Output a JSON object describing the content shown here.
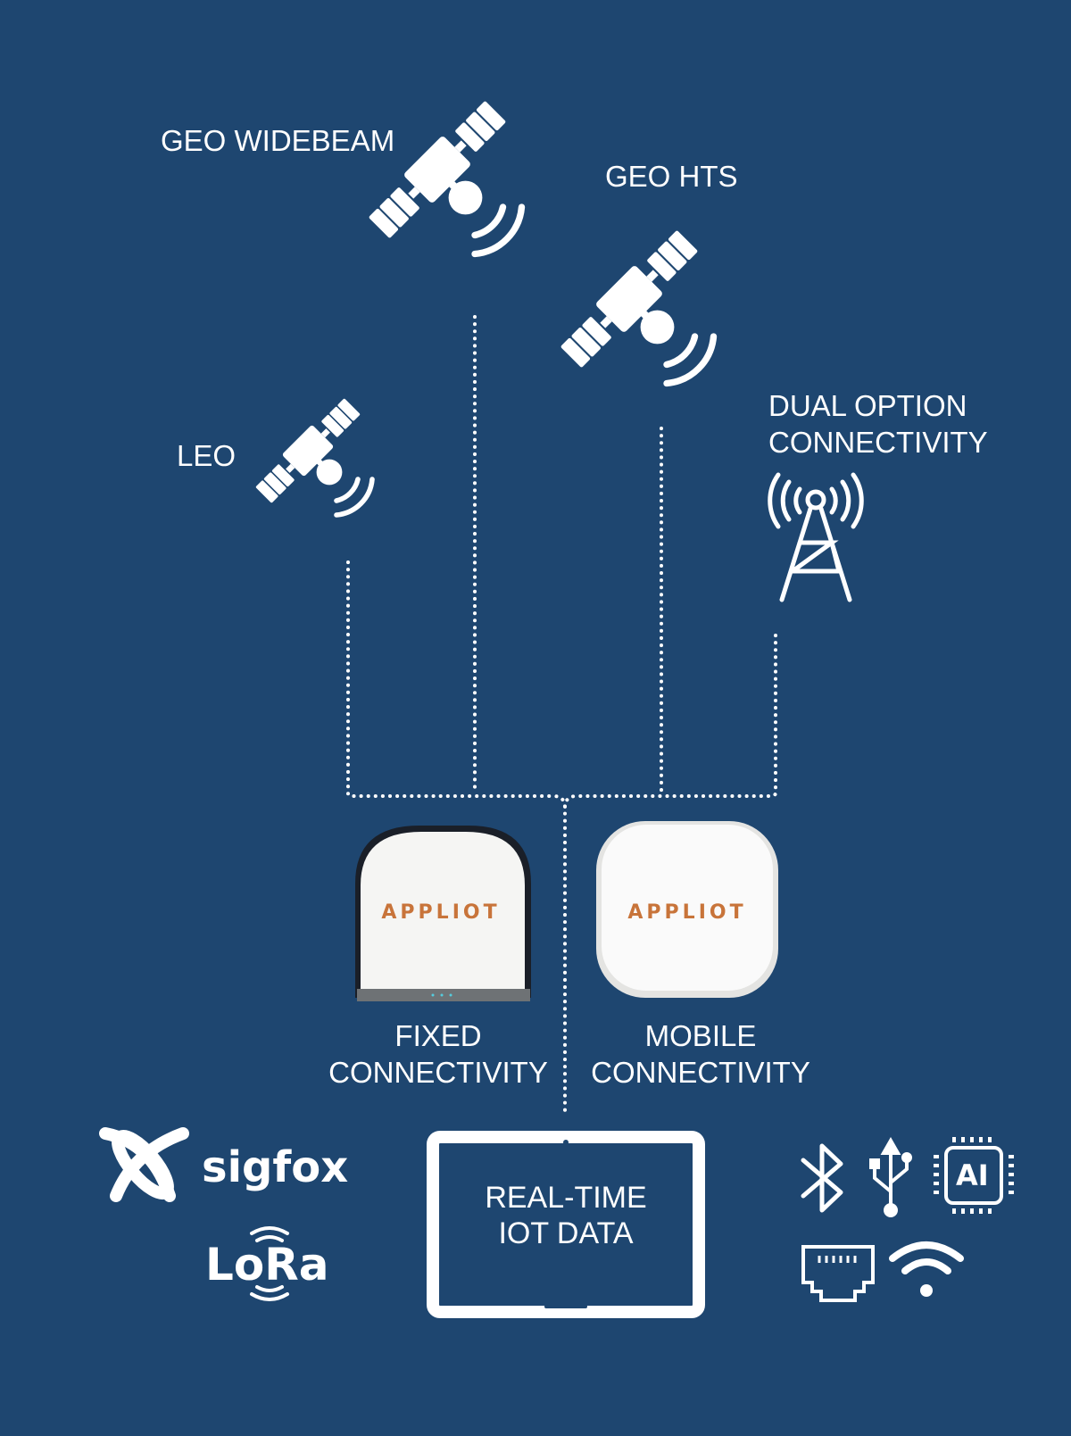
{
  "labels": {
    "geo_widebeam": "GEO WIDEBEAM",
    "geo_hts": "GEO HTS",
    "leo": "LEO",
    "dual_option_line1": "DUAL OPTION",
    "dual_option_line2": "CONNECTIVITY"
  },
  "devices": {
    "fixed": {
      "brand": "APPLIOT",
      "label_line1": "FIXED",
      "label_line2": "CONNECTIVITY"
    },
    "mobile": {
      "brand": "APPLIOT",
      "label_line1": "MOBILE",
      "label_line2": "CONNECTIVITY"
    }
  },
  "tablet": {
    "line1": "REAL-TIME",
    "line2": "IOT DATA"
  },
  "logos": {
    "sigfox": "sigfox",
    "lora": "LoRa"
  },
  "chip_label": "AI",
  "colors": {
    "background": "#1e4670",
    "brand": "#c8743a",
    "foreground": "#ffffff"
  }
}
